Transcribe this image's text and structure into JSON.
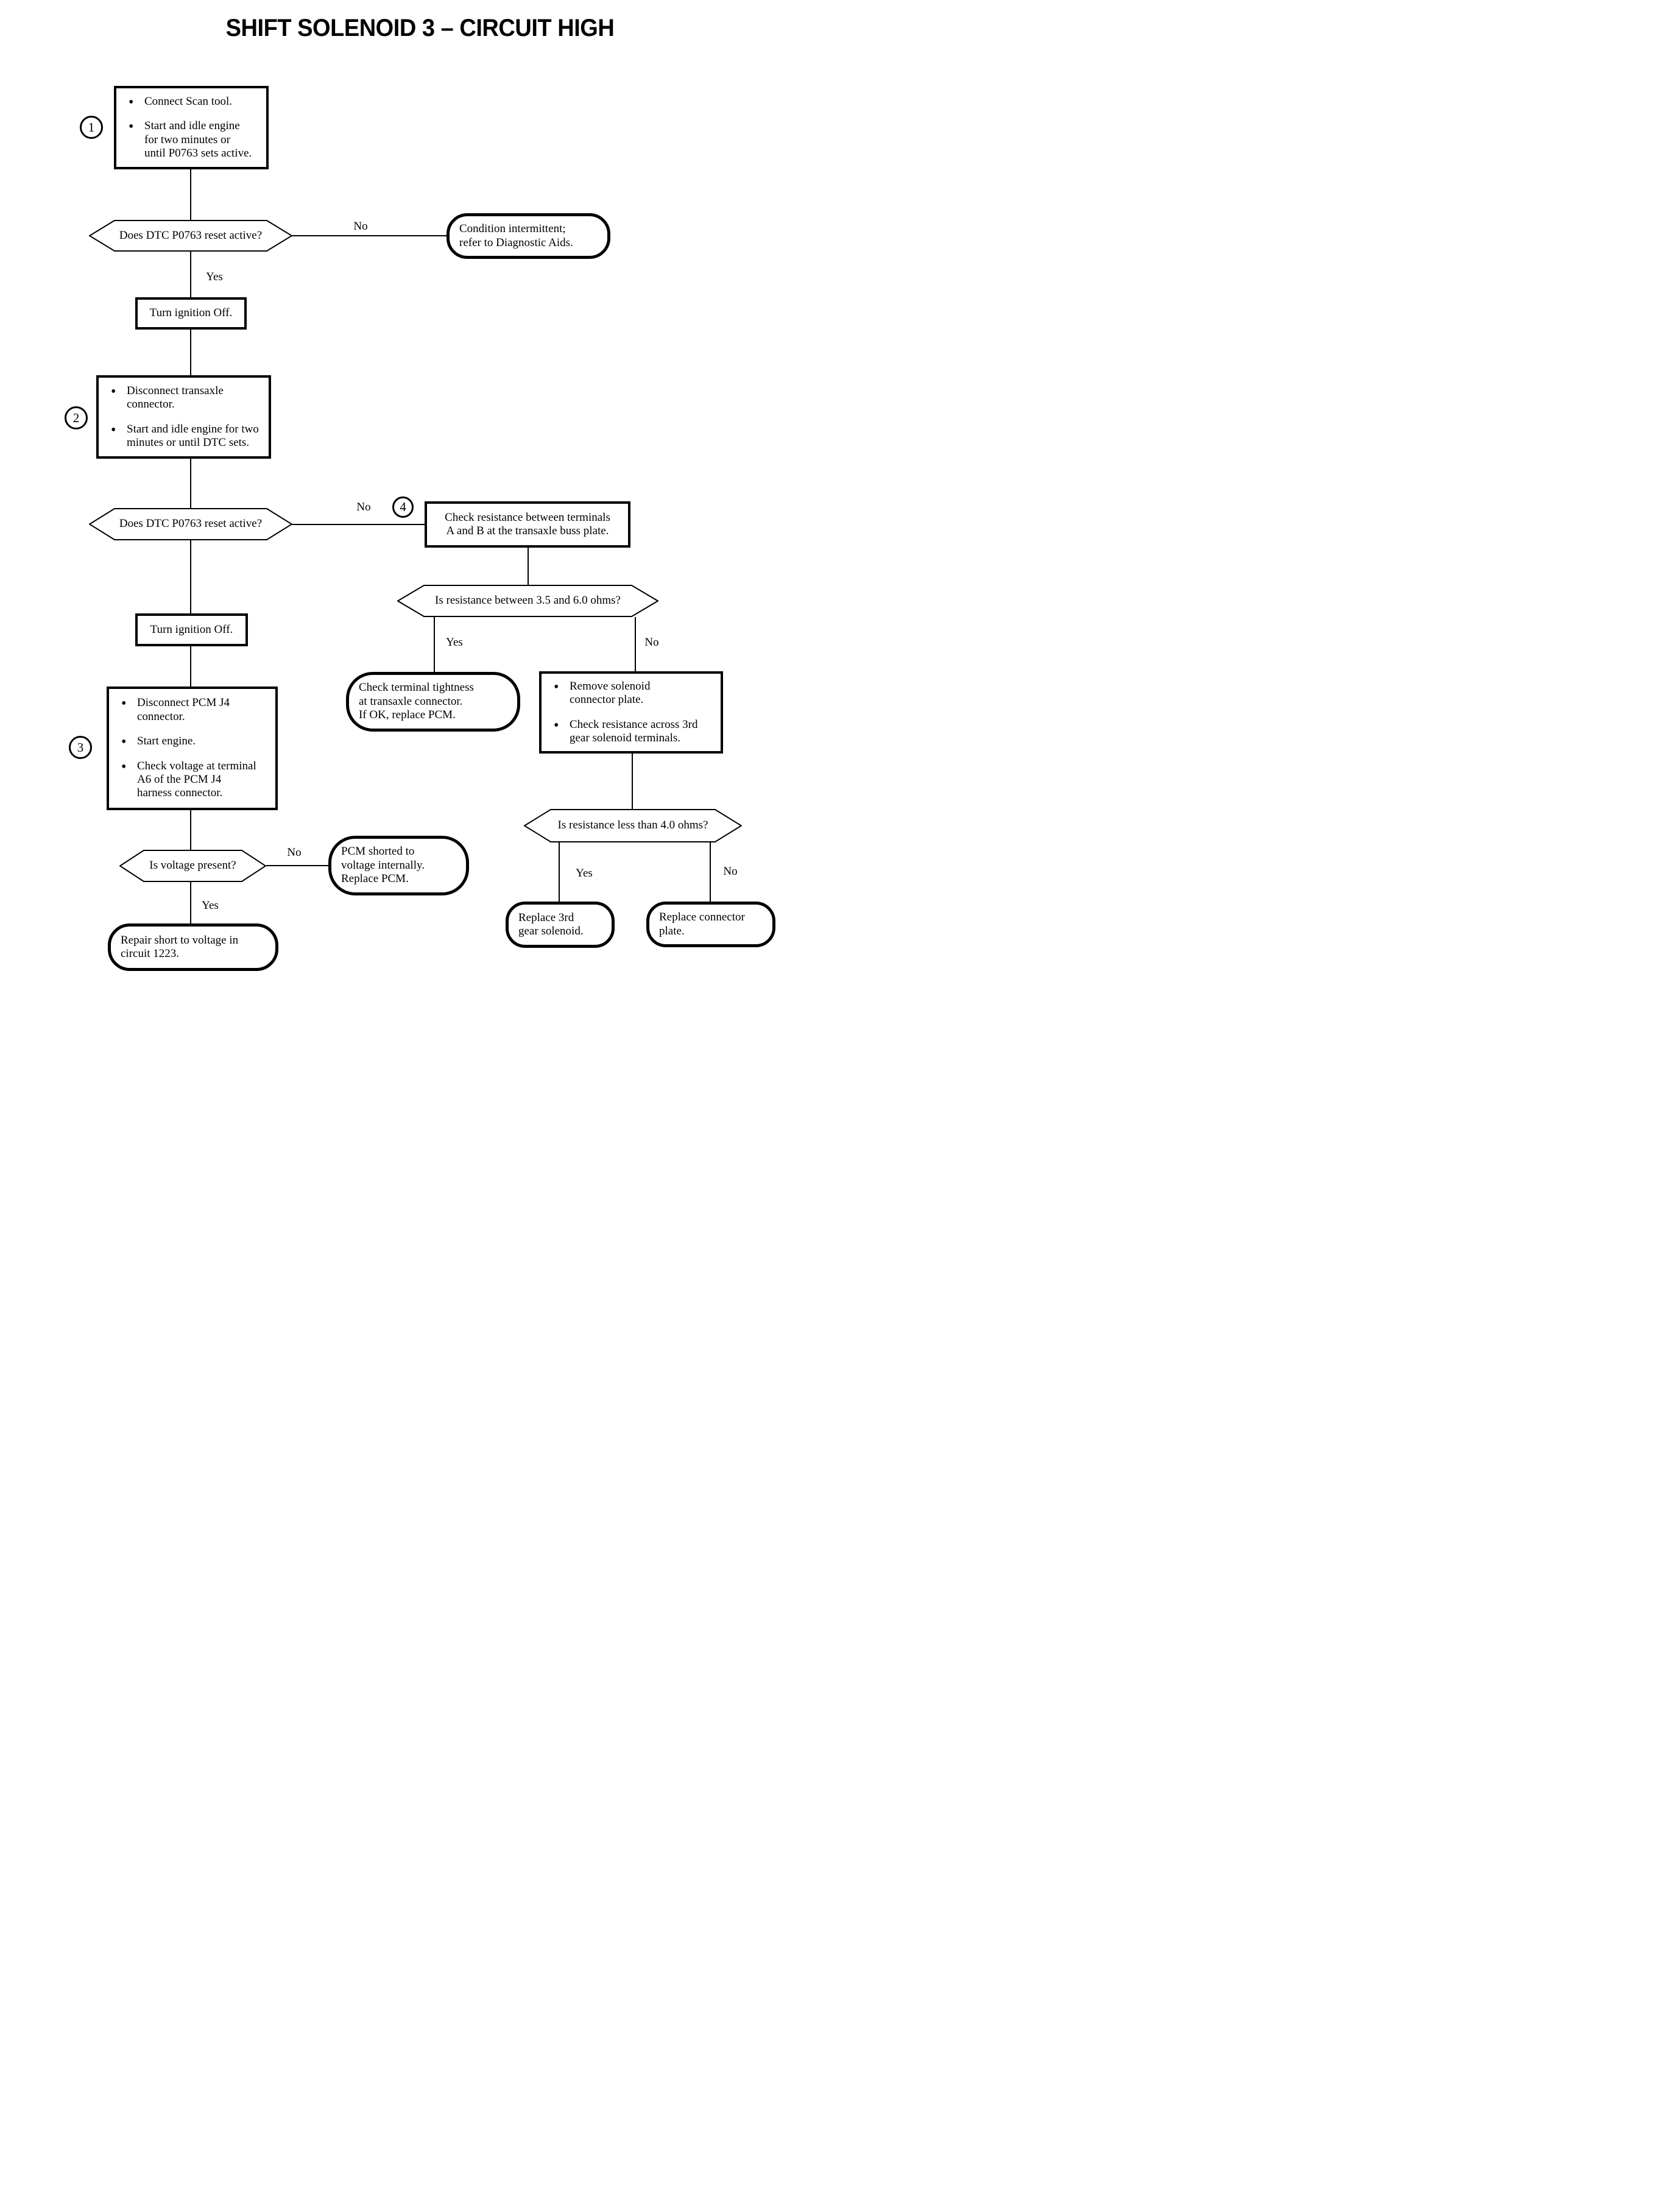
{
  "title": "SHIFT SOLENOID 3 – CIRCUIT HIGH",
  "labels": {
    "yes": "Yes",
    "no": "No"
  },
  "steps": {
    "s1": {
      "number": "1",
      "bullets": [
        "Connect Scan tool.",
        "Start and idle engine\nfor two minutes or\nuntil P0763 sets active."
      ]
    },
    "s2": {
      "number": "2",
      "bullets": [
        "Disconnect transaxle\nconnector.",
        "Start and idle engine for two\nminutes or until DTC sets."
      ]
    },
    "s3": {
      "number": "3",
      "bullets": [
        "Disconnect PCM J4\nconnector.",
        "Start engine.",
        "Check voltage at terminal\nA6 of the PCM J4\nharness connector."
      ]
    },
    "s4": {
      "number": "4",
      "text": "Check resistance between terminals\nA and B at the transaxle buss plate."
    }
  },
  "decisions": {
    "dtc_reset_1": "Does DTC P0763 reset active?",
    "dtc_reset_2": "Does DTC P0763 reset active?",
    "resistance_range": "Is resistance between 3.5 and 6.0 ohms?",
    "voltage_present": "Is voltage present?",
    "resistance_low": "Is resistance less than 4.0 ohms?"
  },
  "actions": {
    "turn_ignition_off_1": "Turn ignition Off.",
    "turn_ignition_off_2": "Turn ignition Off.",
    "remove_solenoid": {
      "bullets": [
        "Remove solenoid\nconnector plate.",
        "Check resistance across 3rd\ngear solenoid terminals."
      ]
    }
  },
  "terminals": {
    "condition_intermittent": "Condition intermittent;\nrefer to Diagnostic Aids.",
    "check_terminal_tightness": "Check terminal tightness\nat transaxle connector.\nIf OK, replace PCM.",
    "pcm_shorted": "PCM shorted to\nvoltage internally.\nReplace PCM.",
    "repair_short": "Repair short to voltage in\ncircuit 1223.",
    "replace_solenoid": "Replace 3rd\ngear solenoid.",
    "replace_plate": "Replace connector\nplate."
  }
}
